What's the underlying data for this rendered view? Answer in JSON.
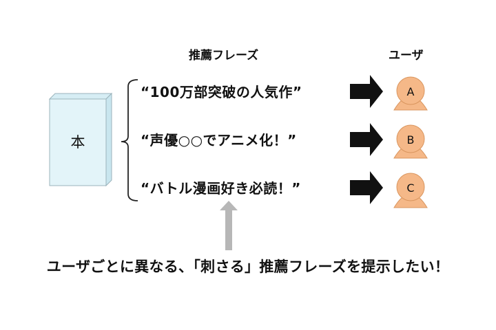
{
  "headers": {
    "phrases": "推薦フレーズ",
    "users": "ユーザ"
  },
  "book": {
    "label": "本",
    "fill": "#e3f4f9",
    "side_fill": "#c9e6ef"
  },
  "phrases": [
    {
      "text": "“100万部突破の人気作”",
      "user": "A"
    },
    {
      "text": "“声優○○でアニメ化！”",
      "user": "B"
    },
    {
      "text": "“バトル漫画好き必読！”",
      "user": "C"
    }
  ],
  "user_color": "#f5b888",
  "up_arrow_color": "#b7b7b7",
  "arrow_color": "#111111",
  "footer": "ユーザごとに異なる、「刺さる」推薦フレーズを提示したい！"
}
